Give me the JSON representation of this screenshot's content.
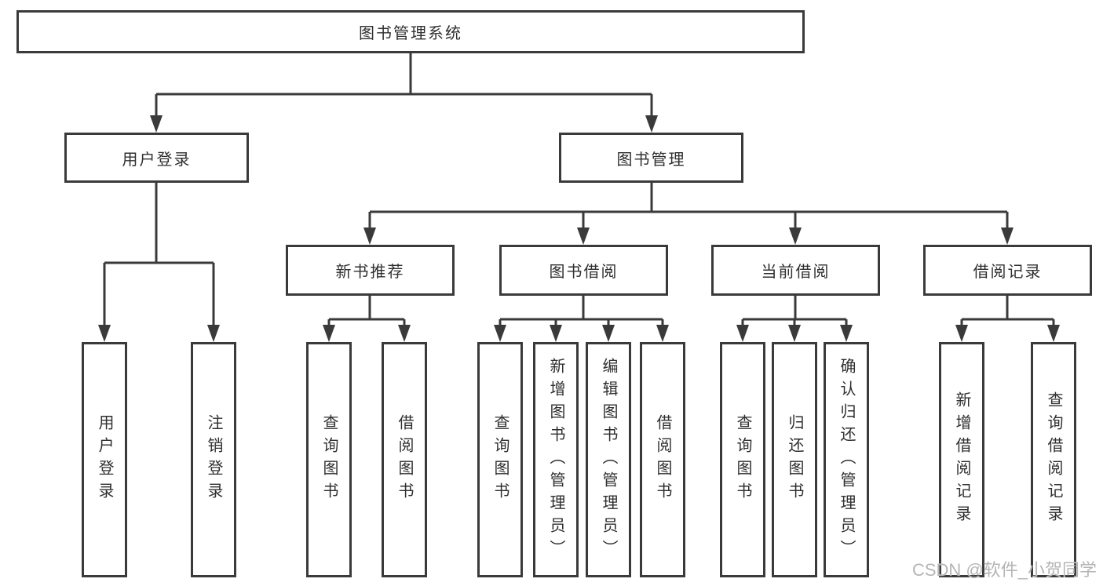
{
  "diagram": {
    "root": {
      "label": "图书管理系统",
      "children": [
        {
          "label": "用户登录",
          "children": [
            {
              "label": "用户登录"
            },
            {
              "label": "注销登录"
            }
          ]
        },
        {
          "label": "图书管理",
          "children": [
            {
              "label": "新书推荐",
              "children": [
                {
                  "label": "查询图书"
                },
                {
                  "label": "借阅图书"
                }
              ]
            },
            {
              "label": "图书借阅",
              "children": [
                {
                  "label": "查询图书"
                },
                {
                  "label": "新增图书（管理员）"
                },
                {
                  "label": "编辑图书（管理员）"
                },
                {
                  "label": "借阅图书"
                }
              ]
            },
            {
              "label": "当前借阅",
              "children": [
                {
                  "label": "查询图书"
                },
                {
                  "label": "归还图书"
                },
                {
                  "label": "确认归还（管理员）"
                }
              ]
            },
            {
              "label": "借阅记录",
              "children": [
                {
                  "label": "新增借阅记录"
                },
                {
                  "label": "查询借阅记录"
                }
              ]
            }
          ]
        }
      ]
    }
  },
  "watermark": {
    "text": "CSDN @软件_小贺同学"
  },
  "colors": {
    "line": "#3a3a3a",
    "box_border": "#3a3a3a",
    "text": "#2f2f2f",
    "background": "#ffffff",
    "watermark": "#b5b5b5"
  }
}
